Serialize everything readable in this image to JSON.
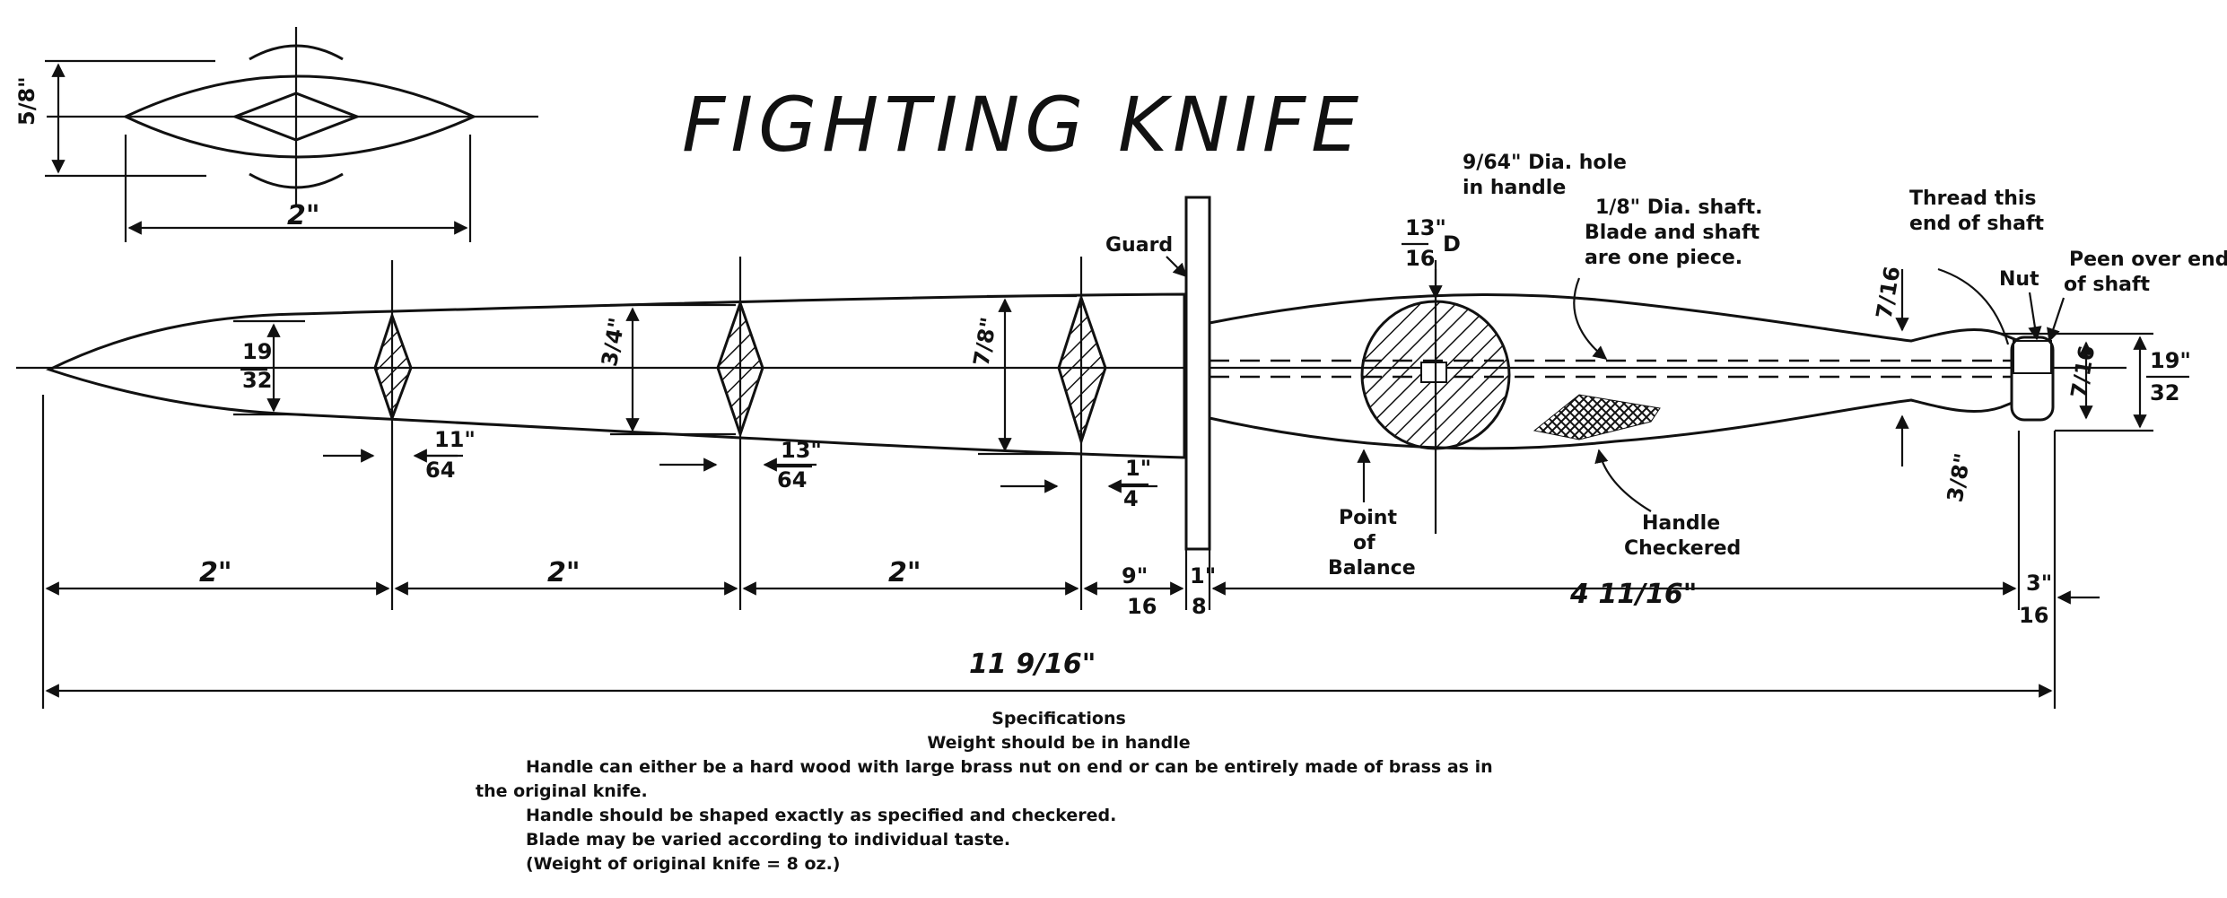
{
  "title": "FIGHTING KNIFE",
  "end_view": {
    "height": "5/8\"",
    "width": "2\""
  },
  "labels": {
    "guard": "Guard",
    "hole": [
      "9/64\" Dia. hole",
      "in handle"
    ],
    "shaft": [
      "1/8\" Dia. shaft.",
      "Blade and shaft",
      "are one piece."
    ],
    "thread": [
      "Thread this",
      "end of shaft"
    ],
    "nut": "Nut",
    "peen": [
      "Peen over end",
      "of shaft"
    ],
    "balance": [
      "Point",
      "of",
      "Balance"
    ],
    "checkered": [
      "Handle",
      "Checkered"
    ]
  },
  "dimensions": {
    "blade_19_32": [
      "19",
      "32"
    ],
    "t_3_4": "3/4\"",
    "t_7_8": "7/8\"",
    "t_11_64": [
      "11\"",
      "64"
    ],
    "t_13_64": [
      "13\"",
      "64"
    ],
    "t_1_4": [
      "1\"",
      "4"
    ],
    "t_13_16": [
      "13\"",
      "16"
    ],
    "d": "D",
    "t_7_16_top": "7/16",
    "t_7_16_nut": "7/16",
    "t_19_32_end": [
      "19\"",
      "32"
    ],
    "t_3_8": "3/8\"",
    "seg1": "2\"",
    "seg2": "2\"",
    "seg3": "2\"",
    "seg4": [
      "9\"",
      "16"
    ],
    "seg5": [
      "1\"",
      "8"
    ],
    "seg6": "4 11/16\"",
    "seg7": [
      "3\"",
      "16"
    ],
    "overall": "11 9/16\""
  },
  "specifications": {
    "heading": "Specifications",
    "subheading": "Weight should be in handle",
    "line1a": "Handle can either be a hard wood with large brass nut on end or can be entirely made of brass as in",
    "line1b": "the original knife.",
    "line2": "Handle should be shaped exactly as specified and checkered.",
    "line3": "Blade may be varied according to individual taste.",
    "line4": "(Weight of original knife = 8 oz.)"
  }
}
